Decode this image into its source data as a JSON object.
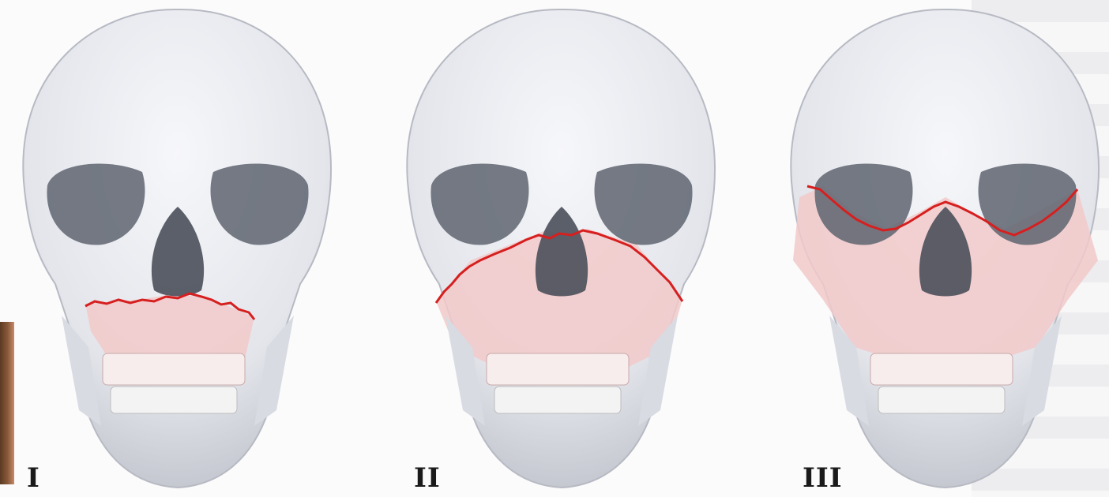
{
  "figure": {
    "panels": [
      {
        "label": "I",
        "fracture": "lefort-i"
      },
      {
        "label": "II",
        "fracture": "lefort-ii"
      },
      {
        "label": "III",
        "fracture": "lefort-iii"
      }
    ]
  },
  "colors": {
    "bone": "#e8e9ee",
    "bone_shadow": "#c7c9d1",
    "orbit": "#5e6470",
    "fracture_line": "#d61f1f",
    "fractured_region": "#f2c9c9",
    "numeral": "#1a1a1a"
  }
}
